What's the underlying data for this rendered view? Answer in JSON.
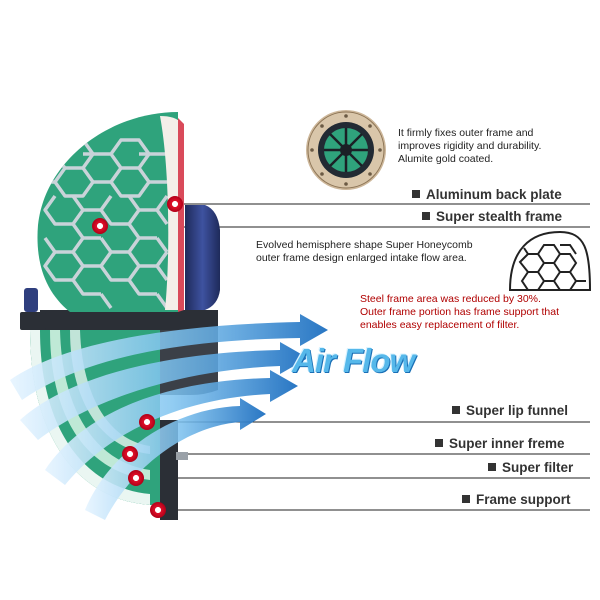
{
  "labels": {
    "aluminum_back_plate": "Aluminum back plate",
    "super_stealth_frame": "Super stealth frame",
    "super_lip_funnel": "Super lip funnel",
    "super_inner_freme": "Super inner freme",
    "super_filter": "Super filter",
    "frame_support": "Frame support"
  },
  "descriptions": {
    "back_plate": [
      "It firmly fixes outer frame and",
      "improves rigidity and durability.",
      "Alumite gold coated."
    ],
    "hemisphere": [
      "Evolved hemisphere shape Super Honeycomb",
      "outer frame design enlarged intake flow area."
    ],
    "steel_frame": [
      "Steel frame area was reduced by 30%.",
      "Outer frame portion has frame support that",
      "enables easy replacement of filter."
    ]
  },
  "airflow_text": "Air Flow",
  "colors": {
    "filter_green": "#2fa37c",
    "honeycomb": "#c9d3d9",
    "frame_dark": "#2b2f36",
    "back_plate_blue": "#2f3f7e",
    "callout_red": "#e0102a",
    "airflow_blue": "#56b8ea",
    "warning_text": "#b00000"
  }
}
